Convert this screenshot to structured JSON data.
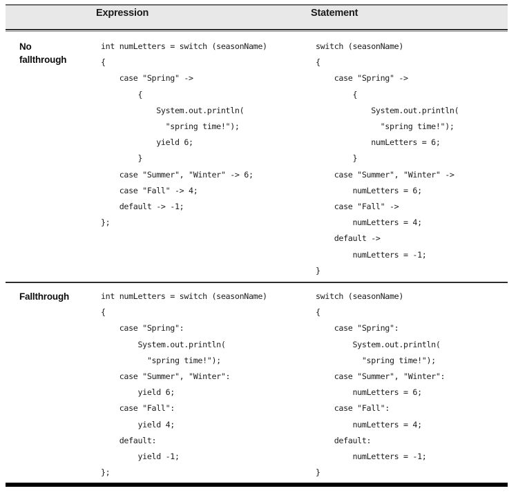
{
  "table": {
    "caption_columns": {
      "row_label_header": "",
      "expression": "Expression",
      "statement": "Statement"
    },
    "rows": [
      {
        "label": "No\nfallthrough",
        "expression": "int numLetters = switch (seasonName)\n{\n    case \"Spring\" ->\n        {\n            System.out.println(\n              \"spring time!\");\n            yield 6;\n        }\n    case \"Summer\", \"Winter\" -> 6;\n    case \"Fall\" -> 4;\n    default -> -1;\n};",
        "statement": "switch (seasonName)\n{\n    case \"Spring\" ->\n        {\n            System.out.println(\n              \"spring time!\");\n            numLetters = 6;\n        }\n    case \"Summer\", \"Winter\" ->\n        numLetters = 6;\n    case \"Fall\" ->\n        numLetters = 4;\n    default ->\n        numLetters = -1;\n}"
      },
      {
        "label": "Fallthrough",
        "expression": "int numLetters = switch (seasonName)\n{\n    case \"Spring\":\n        System.out.println(\n          \"spring time!\");\n    case \"Summer\", \"Winter\":\n        yield 6;\n    case \"Fall\":\n        yield 4;\n    default:\n        yield -1;\n};",
        "statement": "switch (seasonName)\n{\n    case \"Spring\":\n        System.out.println(\n          \"spring time!\");\n    case \"Summer\", \"Winter\":\n        numLetters = 6;\n    case \"Fall\":\n        numLetters = 4;\n    default:\n        numLetters = -1;\n}"
      }
    ]
  },
  "style": {
    "header_background": "#e8e8e8",
    "rule_color": "#2b2b2b",
    "text_color": "#1b1b1b"
  }
}
